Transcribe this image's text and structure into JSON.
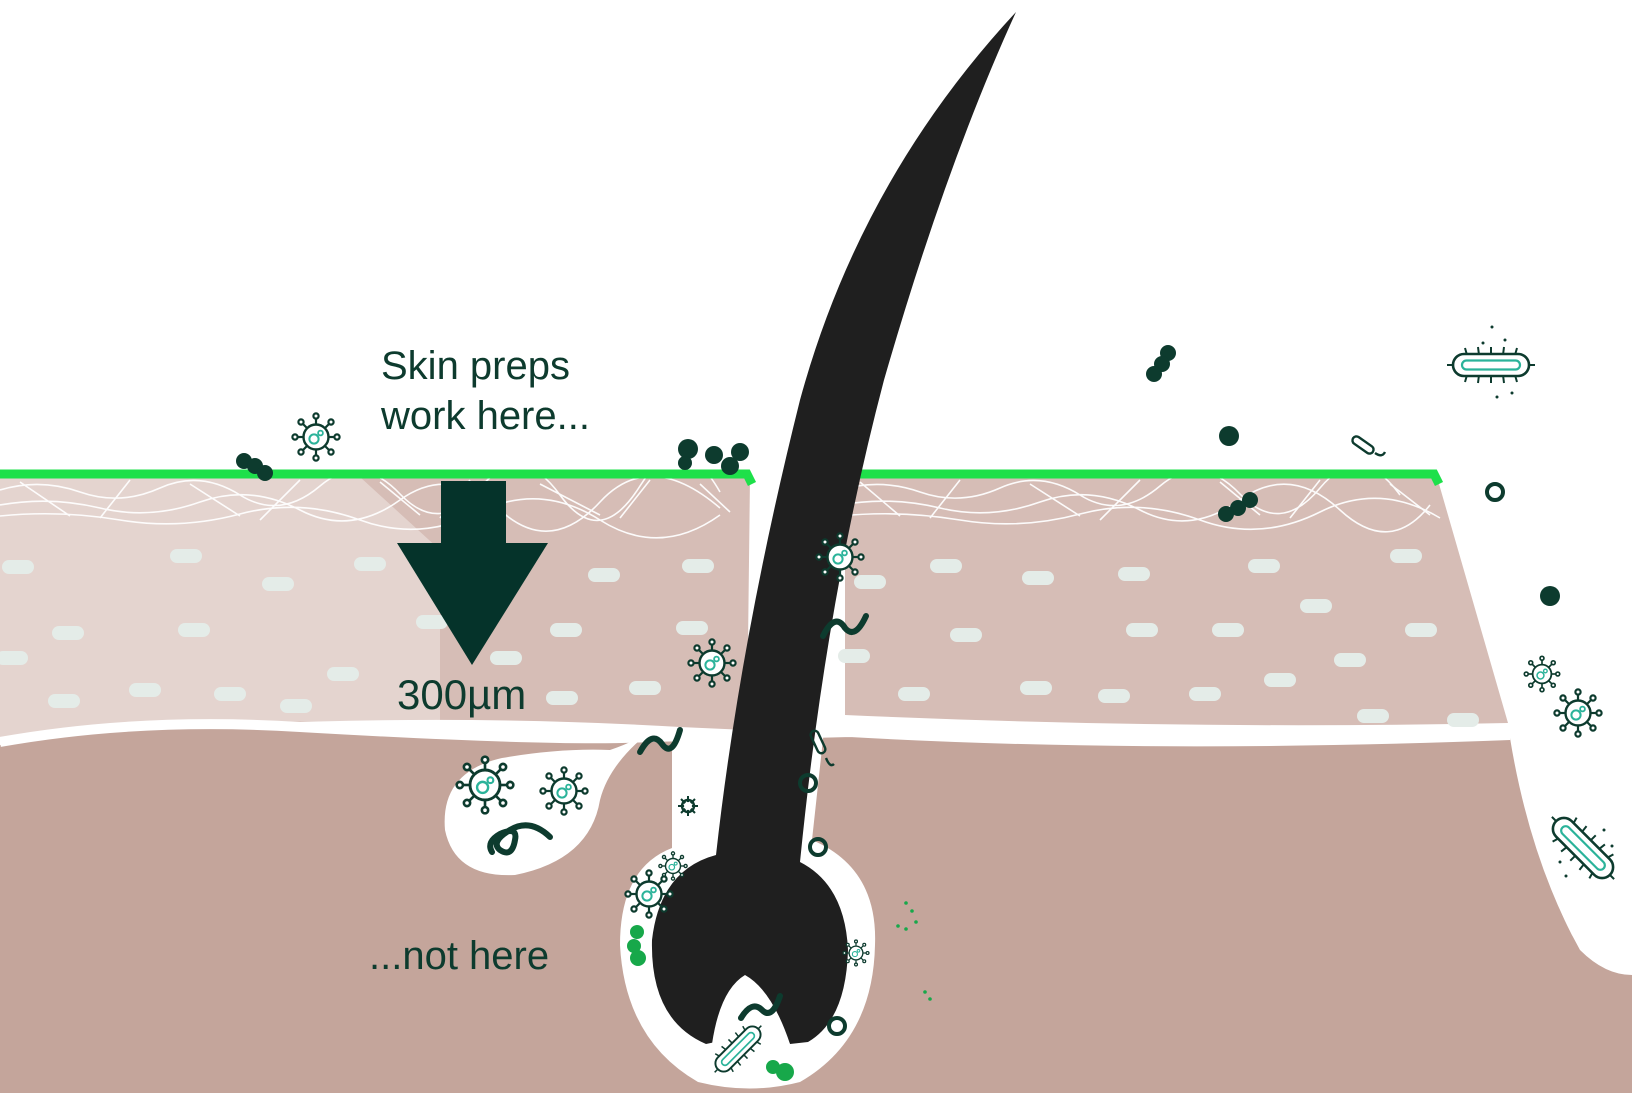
{
  "annotations": {
    "top_line1": "Skin preps",
    "top_line2": "work here...",
    "depth": "300µm",
    "bottom": "...not here"
  },
  "colors": {
    "skin_surface_line": "#1ee04a",
    "epidermis": "#d6bdb6",
    "dermis": "#c4a59b",
    "cell": "#e4ece8",
    "hair": "#1f1f1f",
    "arrow": "#05332a",
    "microbe_dark": "#0d3b2e",
    "microbe_teal": "#2bb39a",
    "microbe_green": "#17a84a"
  },
  "icons": [
    "virus-icon",
    "bacillus-icon",
    "cocci-cluster-icon",
    "spirochete-icon",
    "coccus-ring-icon"
  ]
}
